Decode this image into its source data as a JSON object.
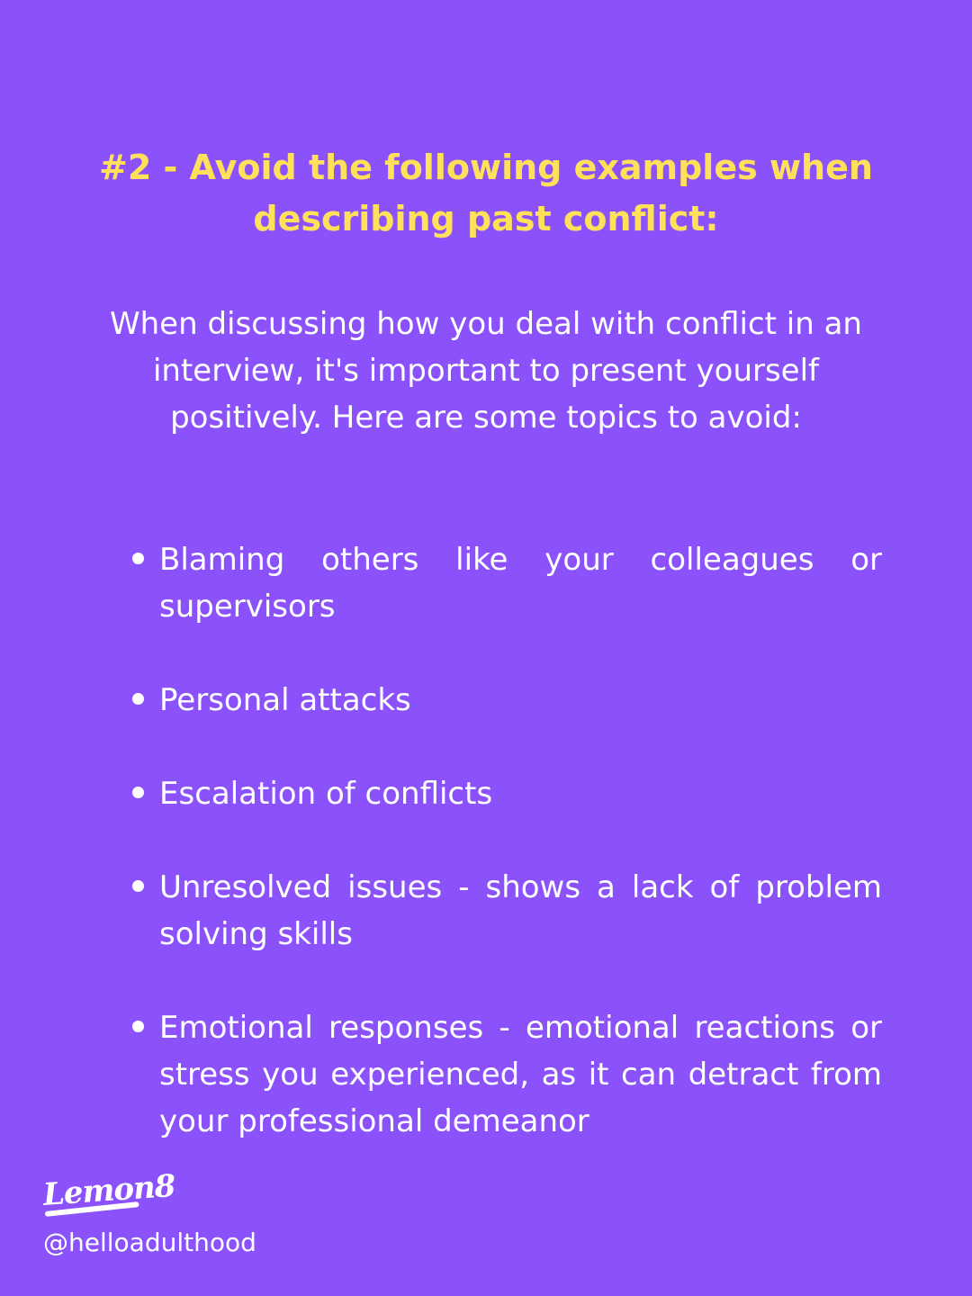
{
  "slide": {
    "title": "#2 - Avoid the following examples when describing past conflict:",
    "intro": "When discussing how you deal with conflict in an interview, it's important to present yourself positively. Here are some topics to avoid:",
    "items": [
      "Blaming others like your colleagues or supervisors",
      "Personal attacks",
      "Escalation of conflicts",
      "Unresolved issues - shows a lack of problem solving skills",
      "Emotional responses - emotional reactions or stress you experienced, as it can detract from your professional demeanor"
    ]
  },
  "footer": {
    "logo_text": "Lemon8",
    "handle": "@helloadulthood"
  },
  "colors": {
    "background": "#8b52fc",
    "title": "#ffe05a",
    "text": "#ffffff"
  }
}
